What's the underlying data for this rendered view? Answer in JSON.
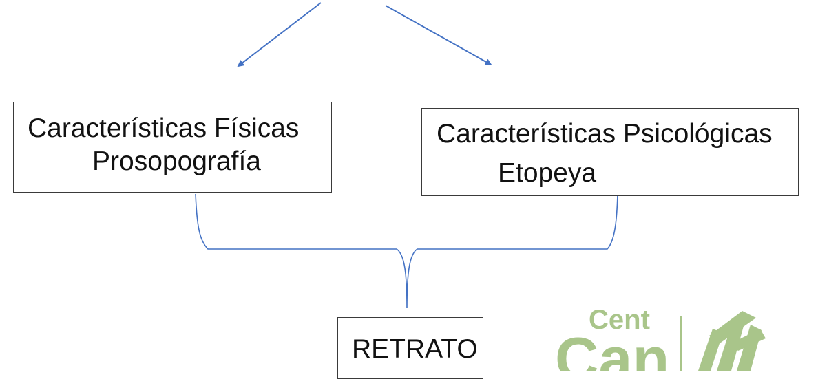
{
  "diagram": {
    "nodes": {
      "physical": {
        "line1": "Características Físicas",
        "line2": "Prosopografía"
      },
      "psychological": {
        "line1": "Características Psicológicas",
        "line2": "Etopeya"
      },
      "result": {
        "line1": "RETRATO"
      }
    },
    "edges": [
      {
        "from": "top",
        "to": "physical",
        "style": "arrow"
      },
      {
        "from": "top",
        "to": "psychological",
        "style": "arrow"
      },
      {
        "from": "physical",
        "to": "result",
        "style": "brace"
      },
      {
        "from": "psychological",
        "to": "result",
        "style": "brace"
      }
    ],
    "colors": {
      "arrow": "#4472c4",
      "brace": "#4472c4",
      "box_border": "#3a3a3a",
      "logo": "#a9c58a"
    }
  },
  "logo": {
    "text_top": "Cent",
    "text_bottom": "Can",
    "icon": "sun-rays-logo-icon"
  }
}
